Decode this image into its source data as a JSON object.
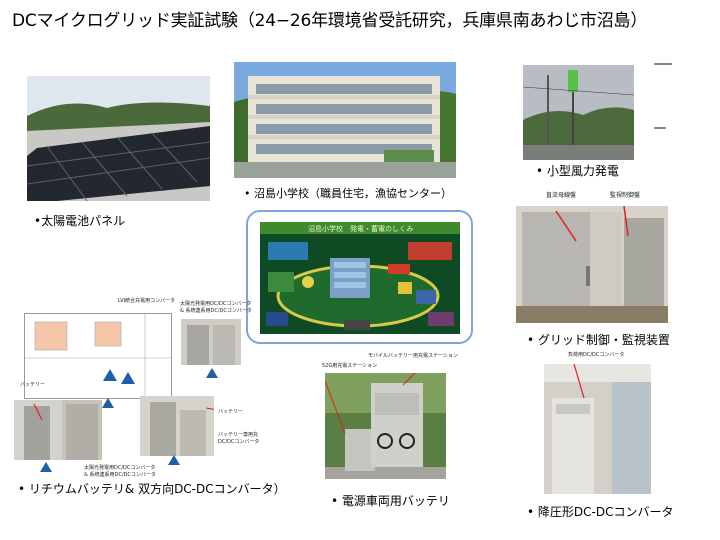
{
  "title": "DCマイクログリッド実証試験（24−26年環境省受託研究，兵庫県南あわじ市沼島）",
  "captions": {
    "solar": "•太陽電池パネル",
    "school": "• 沼島小学校（職員住宅，漁協センター）",
    "wind": "• 小型風力発電",
    "grid": "• グリッド制御・監視装置",
    "lithium": "• リチウムバッテリ& 双方向DC-DCコンバータ）",
    "ev": "• 電源車両用バッテリ",
    "stepdown": "• 降圧形DC-DCコンバータ"
  },
  "labels": {
    "grid_left": "直流母線盤",
    "grid_right": "監視制御盤",
    "ev_left": "52G用充電ステーション",
    "ev_right": "モバイルバッテリー用充電ステーション",
    "stepdown": "負荷用DC/DCコンバータ",
    "floor_top_left": "LVI統合充電用コンバータ",
    "floor_top_right": "太陽光発電用DC/DCコンバータ\n& 系統連系用DC/DCコンバータ",
    "battery_left": "バッテリー",
    "battery_right_top": "バッテリー",
    "battery_right_mid": "バッテリー専用充\nDC/DCコンバータ",
    "battery_bottom": "太陽光発電用DC/DCコンバータ\n& 系統連系用DC/DCコンバータ"
  },
  "screen": {
    "header": "沼島小学校　発電・蓄電のしくみ"
  }
}
